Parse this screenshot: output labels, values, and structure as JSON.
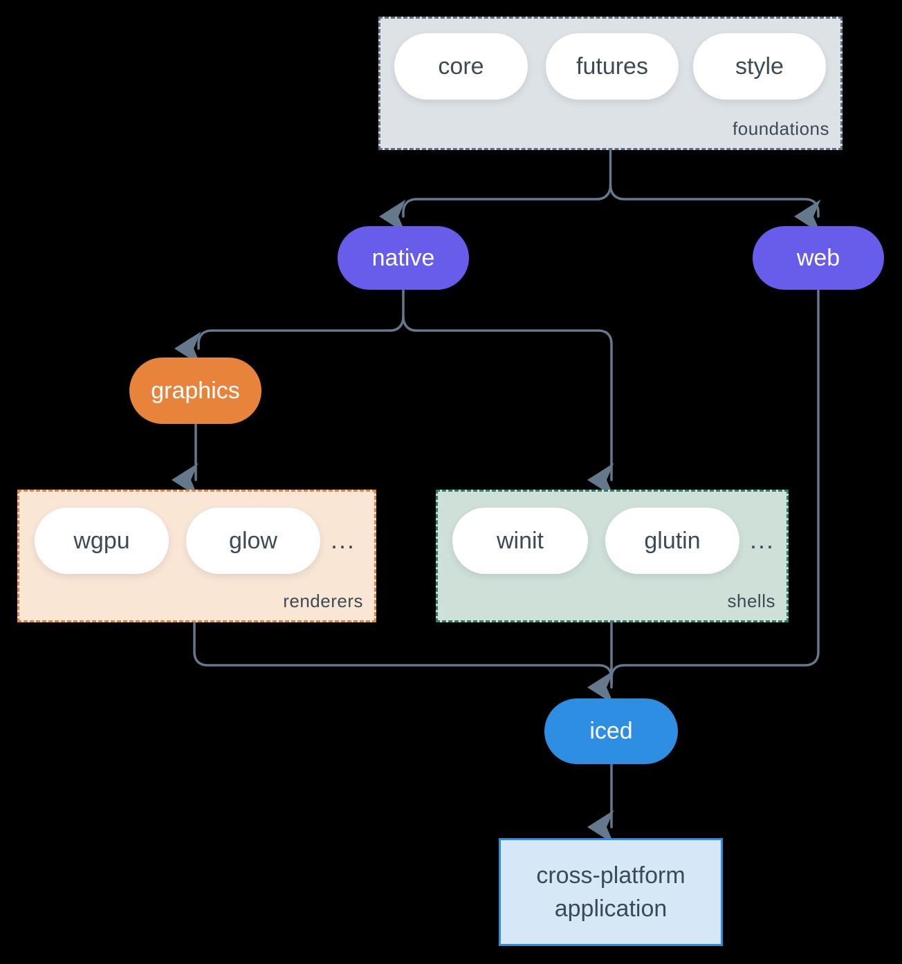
{
  "diagram": {
    "kind": "dependency-diagram",
    "colors": {
      "background": "#000000",
      "edge": "#64798b",
      "foundations_fill": "#dce2e6",
      "foundations_border": "#5d6f7e",
      "renderers_fill": "#fae6d5",
      "renderers_border": "#e8833c",
      "shells_fill": "#cfe0d9",
      "shells_border": "#2e7d6b",
      "node_purple": "#685cea",
      "node_orange": "#e8833c",
      "node_blue": "#2e8ee2",
      "app_fill": "#d6e8f8",
      "app_border": "#2e8ee2",
      "pill_fill": "#ffffff",
      "text_dark": "#3c4a56",
      "text_light": "#ffffff"
    },
    "foundations": {
      "label": "foundations",
      "pills": [
        "core",
        "futures",
        "style"
      ]
    },
    "native": {
      "label": "native"
    },
    "web": {
      "label": "web"
    },
    "graphics": {
      "label": "graphics"
    },
    "renderers": {
      "label": "renderers",
      "pills": [
        "wgpu",
        "glow"
      ],
      "more": "..."
    },
    "shells": {
      "label": "shells",
      "pills": [
        "winit",
        "glutin"
      ],
      "more": "..."
    },
    "iced": {
      "label": "iced"
    },
    "application": {
      "line1": "cross-platform",
      "line2": "application"
    },
    "edges": [
      "foundations->native",
      "foundations->web",
      "native->graphics",
      "native->shells",
      "graphics->renderers",
      "renderers->iced",
      "shells->iced",
      "web->iced",
      "iced->application"
    ]
  }
}
